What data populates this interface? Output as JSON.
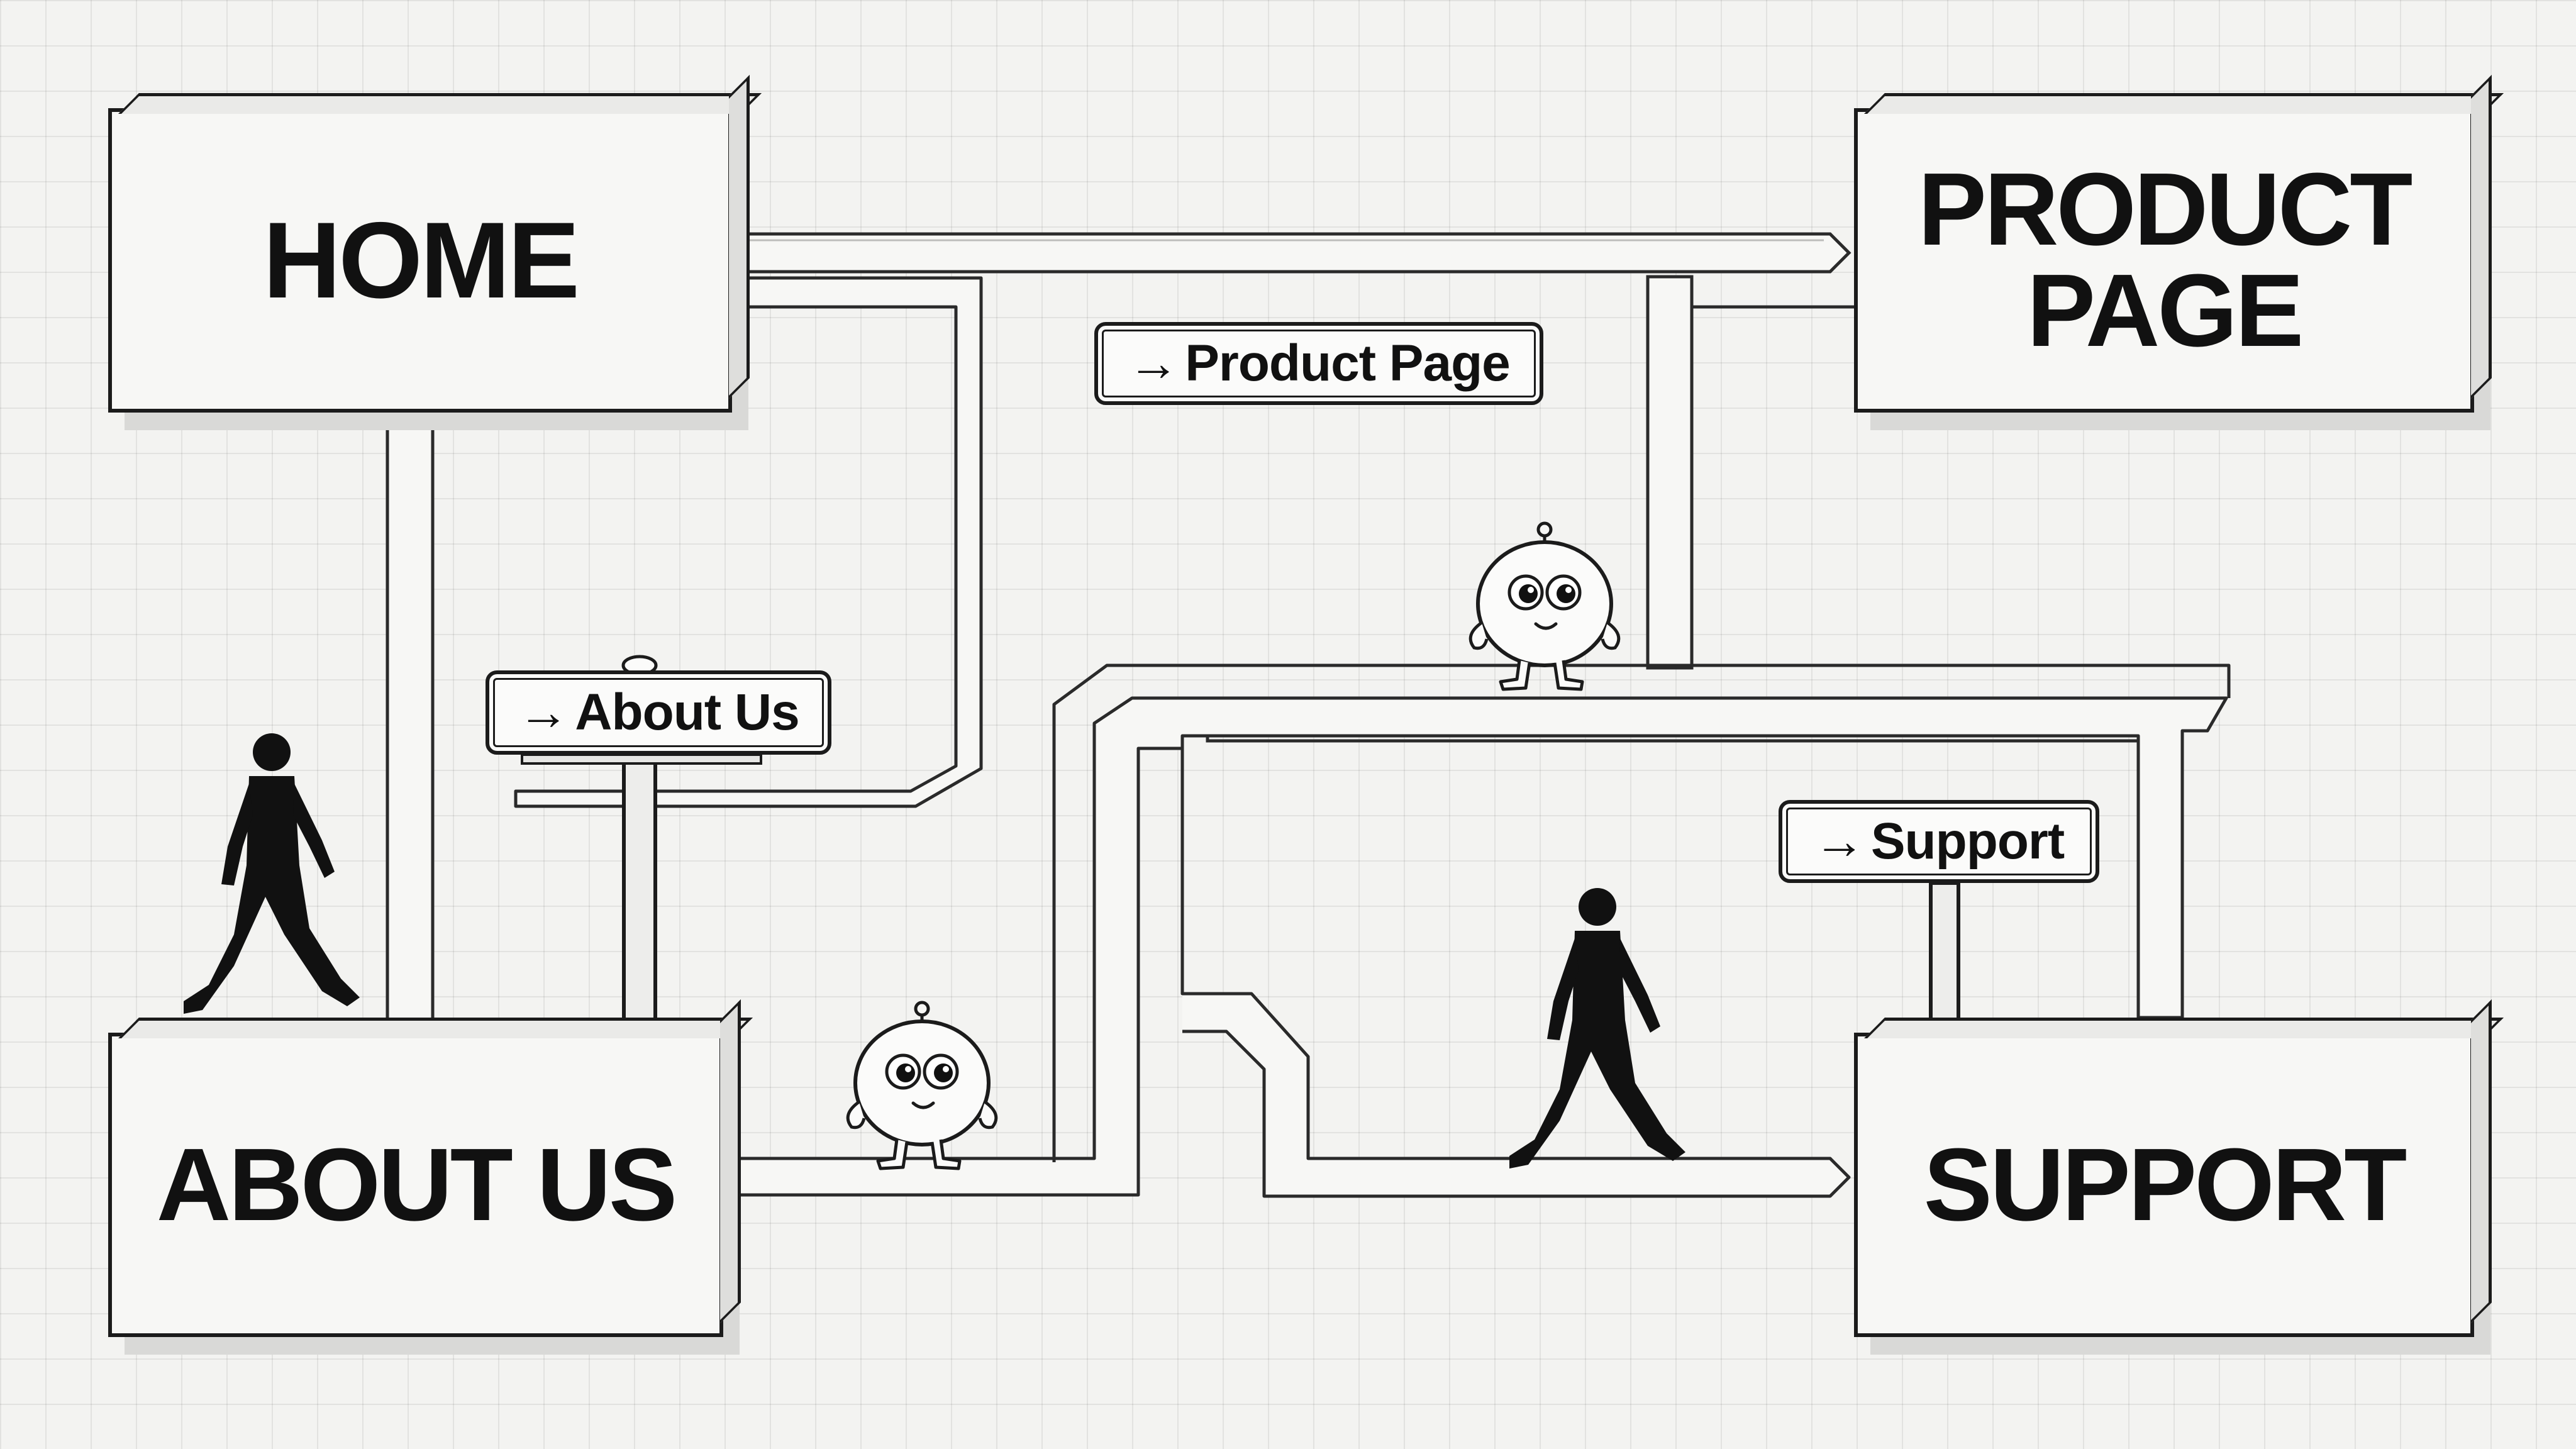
{
  "pages": {
    "home": "HOME",
    "product_line1": "PRODUCT",
    "product_line2": "PAGE",
    "about": "ABOUT US",
    "support": "SUPPORT"
  },
  "signs": {
    "product": "Product Page",
    "about": "About Us",
    "support": "Support"
  },
  "icons": {
    "arrow": "→",
    "walker": "person-walking-icon",
    "robot": "robot-mascot-icon"
  },
  "colors": {
    "background": "#f3f3f1",
    "ink": "#1b1b1b",
    "path_fill": "#f7f7f5"
  }
}
